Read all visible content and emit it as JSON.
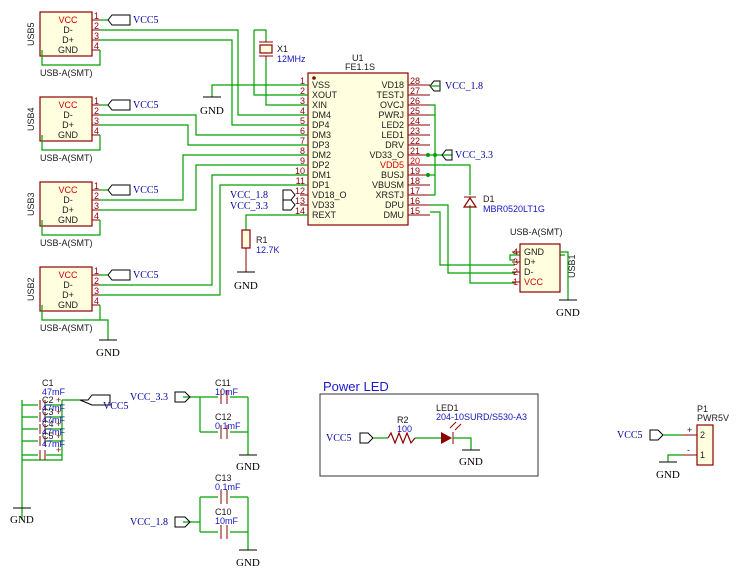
{
  "power_nets": {
    "vcc5": "VCC5",
    "vcc33": "VCC_3.3",
    "vcc18": "VCC_1.8",
    "gnd": "GND"
  },
  "usb_ports": [
    {
      "ref": "USB5",
      "value": "USB-A(SMT)",
      "pins": [
        {
          "num": "1",
          "name": "VCC"
        },
        {
          "num": "2",
          "name": "D-"
        },
        {
          "num": "3",
          "name": "D+"
        },
        {
          "num": "4",
          "name": "GND"
        }
      ]
    },
    {
      "ref": "USB4",
      "value": "USB-A(SMT)",
      "pins": [
        {
          "num": "1",
          "name": "VCC"
        },
        {
          "num": "2",
          "name": "D-"
        },
        {
          "num": "3",
          "name": "D+"
        },
        {
          "num": "4",
          "name": "GND"
        }
      ]
    },
    {
      "ref": "USB3",
      "value": "USB-A(SMT)",
      "pins": [
        {
          "num": "1",
          "name": "VCC"
        },
        {
          "num": "2",
          "name": "D-"
        },
        {
          "num": "3",
          "name": "D+"
        },
        {
          "num": "4",
          "name": "GND"
        }
      ]
    },
    {
      "ref": "USB2",
      "value": "USB-A(SMT)",
      "pins": [
        {
          "num": "1",
          "name": "VCC"
        },
        {
          "num": "2",
          "name": "D-"
        },
        {
          "num": "3",
          "name": "D+"
        },
        {
          "num": "4",
          "name": "GND"
        }
      ]
    }
  ],
  "usb1": {
    "ref": "USB1",
    "value": "USB-A(SMT)",
    "pins": [
      {
        "num": "4",
        "name": "GND"
      },
      {
        "num": "3",
        "name": "D+"
      },
      {
        "num": "2",
        "name": "D-"
      },
      {
        "num": "1",
        "name": "VCC"
      }
    ]
  },
  "u1": {
    "ref": "U1",
    "value": "FE1.1S",
    "left_pins": [
      {
        "num": "1",
        "name": "VSS"
      },
      {
        "num": "2",
        "name": "XOUT"
      },
      {
        "num": "3",
        "name": "XIN"
      },
      {
        "num": "4",
        "name": "DM4"
      },
      {
        "num": "5",
        "name": "DP4"
      },
      {
        "num": "6",
        "name": "DM3"
      },
      {
        "num": "7",
        "name": "DP3"
      },
      {
        "num": "8",
        "name": "DM2"
      },
      {
        "num": "9",
        "name": "DP2"
      },
      {
        "num": "10",
        "name": "DM1"
      },
      {
        "num": "11",
        "name": "DP1"
      },
      {
        "num": "12",
        "name": "VD18_O"
      },
      {
        "num": "13",
        "name": "VD33"
      },
      {
        "num": "14",
        "name": "REXT"
      }
    ],
    "right_pins": [
      {
        "num": "28",
        "name": "VD18"
      },
      {
        "num": "27",
        "name": "TESTJ"
      },
      {
        "num": "26",
        "name": "OVCJ"
      },
      {
        "num": "25",
        "name": "PWRJ"
      },
      {
        "num": "24",
        "name": "LED2"
      },
      {
        "num": "23",
        "name": "LED1"
      },
      {
        "num": "22",
        "name": "DRV"
      },
      {
        "num": "21",
        "name": "VD33_O"
      },
      {
        "num": "20",
        "name": "VDD5"
      },
      {
        "num": "19",
        "name": "BUSJ"
      },
      {
        "num": "18",
        "name": "VBUSM"
      },
      {
        "num": "17",
        "name": "XRSTJ"
      },
      {
        "num": "16",
        "name": "DPU"
      },
      {
        "num": "15",
        "name": "DMU"
      }
    ]
  },
  "x1": {
    "ref": "X1",
    "value": "12MHz"
  },
  "r1": {
    "ref": "R1",
    "value": "12.7K"
  },
  "d1": {
    "ref": "D1",
    "value": "MBR0520LT1G"
  },
  "caps_5v": {
    "ref_c1": "C1",
    "value_c1": "47mF",
    "items": [
      {
        "ref": "C2",
        "value": "47mF"
      },
      {
        "ref": "C3",
        "value": "47mF"
      },
      {
        "ref": "C4",
        "value": "47mF"
      },
      {
        "ref": "C5",
        "value": "47mF"
      }
    ],
    "plus": "+"
  },
  "caps_33": [
    {
      "ref": "C11",
      "value": "10mF"
    },
    {
      "ref": "C12",
      "value": "0.1mF"
    }
  ],
  "caps_18": [
    {
      "ref": "C13",
      "value": "0.1mF"
    },
    {
      "ref": "C10",
      "value": "10mF"
    }
  ],
  "power_led": {
    "title": "Power LED",
    "r2_ref": "R2",
    "r2_value": "100",
    "led_ref": "LED1",
    "led_value": "204-10SURD/S530-A3"
  },
  "p1": {
    "ref": "P1",
    "value": "PWR5V",
    "pins": [
      {
        "num": "2",
        "name": "+"
      },
      {
        "num": "1",
        "name": "-"
      }
    ]
  },
  "colors": {
    "wire": "#00a000",
    "pin": "#8b0000",
    "body_fill": "#ffffe0",
    "label": "#00009c"
  }
}
